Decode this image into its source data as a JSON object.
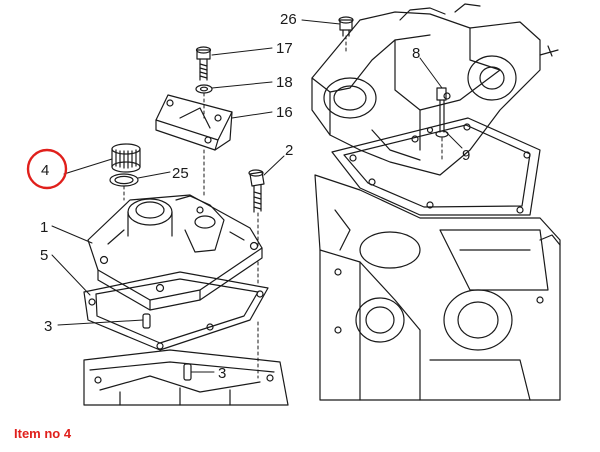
{
  "diagram": {
    "labels": {
      "l26": "26",
      "l17": "17",
      "l18": "18",
      "l16": "16",
      "l8": "8",
      "l9": "9",
      "l2": "2",
      "l4": "4",
      "l25": "25",
      "l1": "1",
      "l5": "5",
      "l3a": "3",
      "l3b": "3"
    },
    "highlight_color": "#e0201c",
    "line_color": "#1a1a1a"
  },
  "caption": {
    "text": "Item no 4",
    "color": "#e0201c"
  }
}
